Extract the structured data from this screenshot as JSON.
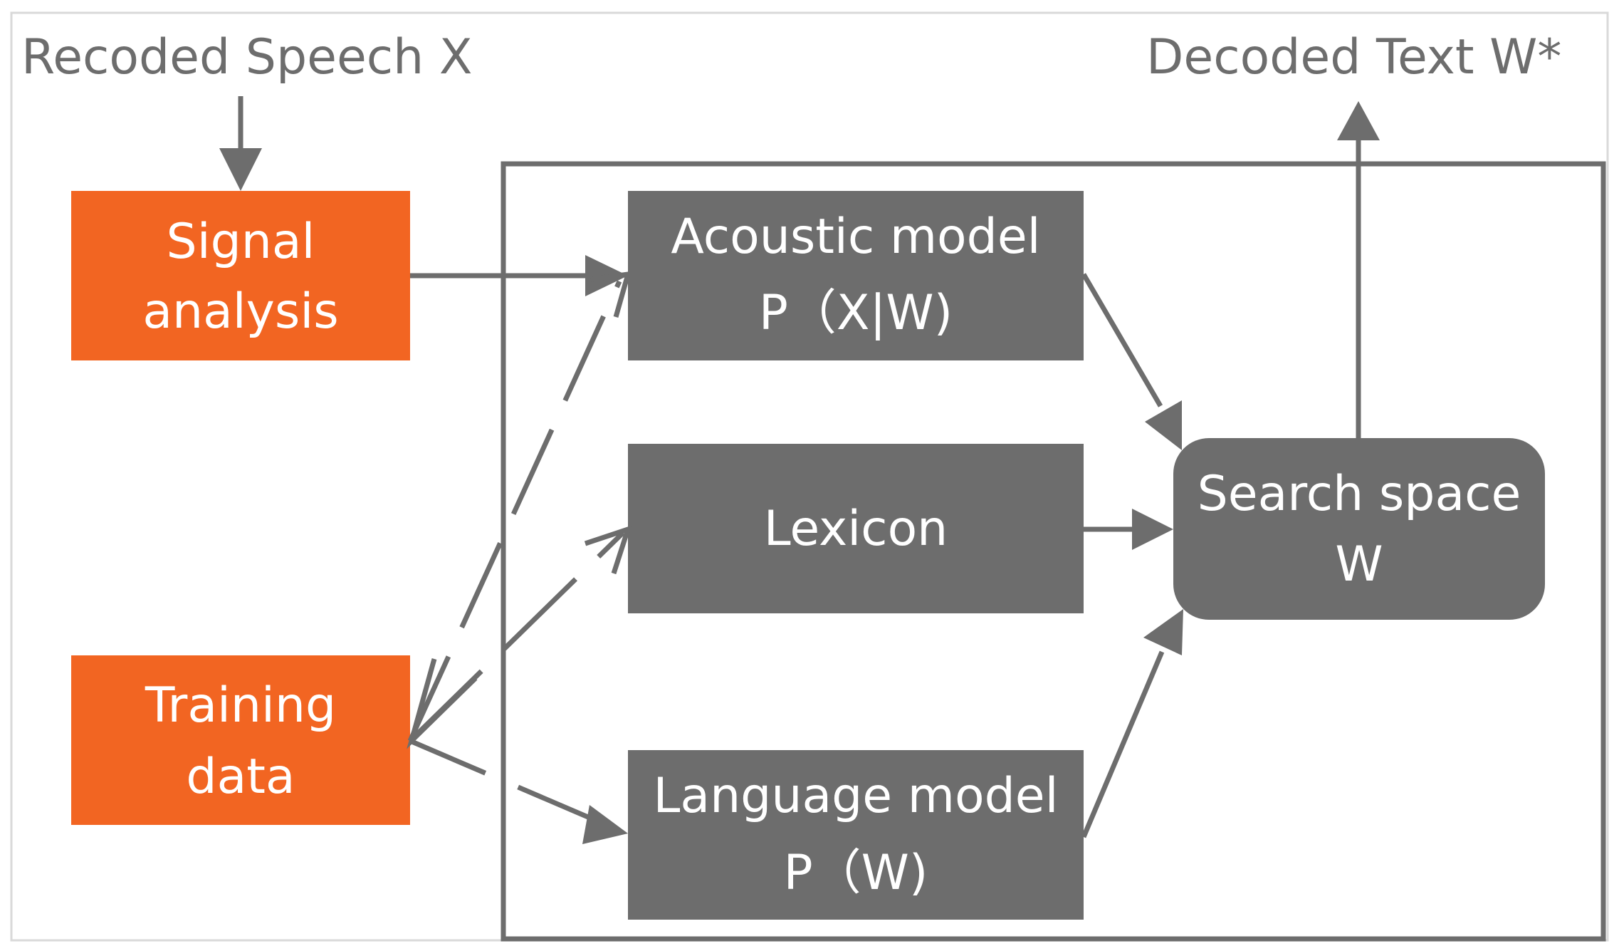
{
  "inputs": {
    "speech_label": "Recoded Speech X",
    "output_label": "Decoded Text W*"
  },
  "boxes": {
    "signal_analysis": {
      "line1": "Signal",
      "line2": "analysis"
    },
    "training_data": {
      "line1": "Training",
      "line2": "data"
    },
    "acoustic_model": {
      "line1": "Acoustic model",
      "line2": "P（X|W)"
    },
    "lexicon": {
      "line1": "Lexicon"
    },
    "language_model": {
      "line1": "Language model",
      "line2": "P（W)"
    },
    "search_space": {
      "line1": "Search space",
      "line2": "W"
    }
  },
  "colors": {
    "orange": "#f26522",
    "gray_box": "#6d6d6d",
    "stroke": "#6d6d6d",
    "frame": "#d9d9d9"
  }
}
